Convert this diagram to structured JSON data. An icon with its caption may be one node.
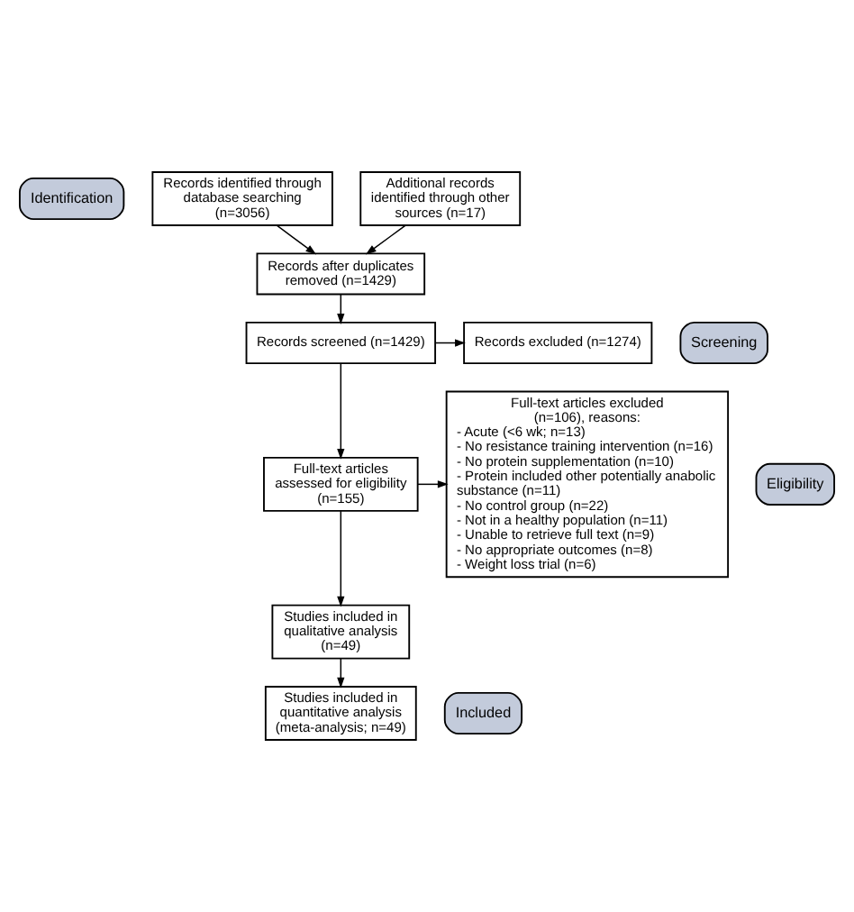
{
  "diagram": {
    "nodes": [
      {
        "text": [
          "Identification"
        ]
      },
      {
        "text": [
          "Records identified through database searching (n=3056)"
        ]
      },
      {
        "text": [
          "Additional records identified through other sources (n=17)"
        ]
      },
      {
        "text": [
          "Records after duplicates removed (n=1429)"
        ]
      },
      {
        "text": [
          "Screening"
        ]
      },
      {
        "text": [
          "Records screened (n=1429)"
        ]
      },
      {
        "text": [
          "Records excluded (n=1274)"
        ]
      },
      {
        "text": [
          "Eligibility"
        ]
      },
      {
        "text": [
          "Full-text articles assessed for eligibility (n=155)"
        ]
      },
      {
        "text": [
          "Full-text articles excluded (n=106), reasons:",
          "- Acute (<6 wk; n=13)",
          "- No resistance training intervention (n=16)",
          "- No protein supplementation (n=10)",
          "- Protein included other potentially anabolic substance (n=11)",
          "- No control group (n=22)",
          "- Not in a healthy population (n=11)",
          "- Unable to retrieve full text (n=9)",
          "- No appropriate outcomes (n=8)",
          "- Weight loss trial (n=6)"
        ]
      },
      {
        "text": [
          "Studies included in qualitative analysis (n=49)"
        ]
      },
      {
        "text": [
          "Included"
        ]
      },
      {
        "text": [
          "Studies included in quantitative analysis (meta-analysis; n=49)"
        ]
      }
    ],
    "edges": [
      {
        "from": 1,
        "to": 3,
        "arrow": "to"
      },
      {
        "from": 2,
        "to": 3,
        "arrow": "to"
      },
      {
        "from": 3,
        "to": 5,
        "arrow": "to"
      },
      {
        "from": 5,
        "to": 6,
        "arrow": "to"
      },
      {
        "from": 5,
        "to": 8,
        "arrow": "to"
      },
      {
        "from": 8,
        "to": 9,
        "arrow": "to"
      },
      {
        "from": 8,
        "to": 10,
        "arrow": "to"
      },
      {
        "from": 10,
        "to": 12,
        "arrow": "to"
      }
    ]
  }
}
